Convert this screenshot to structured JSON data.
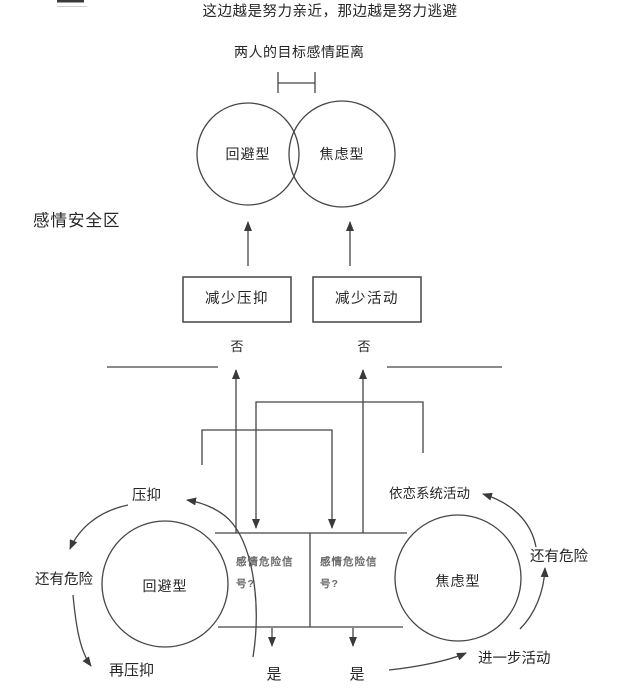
{
  "meta": {
    "background": "#ffffff",
    "line_color": "#454545",
    "faint_line_color": "#8a8a8a",
    "text_color": "#262626",
    "signal_text_color": "#6a6a6a"
  },
  "header": {
    "title": "这边越是努力亲近，那边越是努力逃避"
  },
  "upper": {
    "distance_label": "两人的目标感情距离",
    "avoidant_label": "回避型",
    "anxious_label": "焦虑型",
    "safety_zone_label": "感情安全区",
    "reduce_suppression_label": "减少压抑",
    "reduce_activity_label": "减少活动"
  },
  "lower": {
    "no_left": "否",
    "no_right": "否",
    "danger_signal_left": "感情危险信号?",
    "danger_signal_right": "感情危险信号?",
    "avoidant_label": "回避型",
    "anxious_label": "焦虑型",
    "suppression_label": "压抑",
    "attachment_activity_label": "依恋系统活动",
    "still_danger_left": "还有危险",
    "still_danger_right": "还有危险",
    "yes_left": "是",
    "yes_right": "是",
    "resuppress_label": "再压抑",
    "further_activity_label": "进一步活动"
  }
}
